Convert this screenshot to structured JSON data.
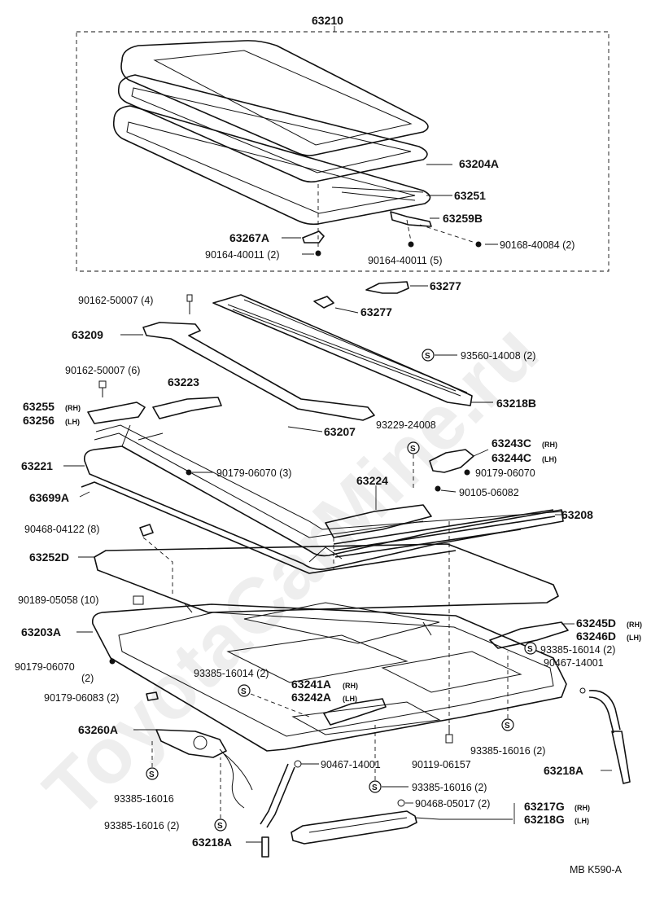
{
  "diagram": {
    "assembly_number": "63210",
    "reference_code": "MB K590-A",
    "watermark": "ToyotaCarMine.ru",
    "symbol_s": "S",
    "labels": {
      "p63204A": "63204A",
      "p63251": "63251",
      "p63259B": "63259B",
      "p63267A": "63267A",
      "p90168_40084": "90168-40084 (2)",
      "p90164_40011_2": "90164-40011 (2)",
      "p90164_40011_5": "90164-40011 (5)",
      "p63277_a": "63277",
      "p63277_b": "63277",
      "p90162_50007_4": "90162-50007 (4)",
      "p63209": "63209",
      "p93560_14008": "93560-14008 (2)",
      "p90162_50007_6": "90162-50007 (6)",
      "p63223": "63223",
      "p63218B": "63218B",
      "p63255": "63255",
      "p63255_side": "(RH)",
      "p63256": "63256",
      "p63256_side": "(LH)",
      "p63207": "63207",
      "p93229_24008": "93229-24008",
      "p63243C": "63243C",
      "p63243C_side": "(RH)",
      "p63244C": "63244C",
      "p63244C_side": "(LH)",
      "p63221": "63221",
      "p90179_06070_3": "90179-06070 (3)",
      "p90179_06070": "90179-06070",
      "p63224": "63224",
      "p90105_06082": "90105-06082",
      "p63699A": "63699A",
      "p63208": "63208",
      "p90468_04122": "90468-04122 (8)",
      "p63252D": "63252D",
      "p90189_05058": "90189-05058 (10)",
      "p63203A": "63203A",
      "p63245D": "63245D",
      "p63245D_side": "(RH)",
      "p63246D": "63246D",
      "p63246D_side": "(LH)",
      "p93385_16014_r": "93385-16014 (2)",
      "p90467_14001_r": "90467-14001",
      "p90179_06070_l": "90179-06070",
      "p90179_06070_l_qty": "(2)",
      "p93385_16014_c": "93385-16014 (2)",
      "p63241A": "63241A",
      "p63241A_side": "(RH)",
      "p63242A": "63242A",
      "p63242A_side": "(LH)",
      "p90179_06083": "90179-06083 (2)",
      "p63260A": "63260A",
      "p93385_16016_r": "93385-16016 (2)",
      "p90467_14001_c": "90467-14001",
      "p90119_06157": "90119-06157",
      "p63218A_r": "63218A",
      "p93385_16016_l": "93385-16016",
      "p93385_16016_c": "93385-16016 (2)",
      "p90468_05017": "90468-05017 (2)",
      "p63217G": "63217G",
      "p63217G_side": "(RH)",
      "p63218G": "63218G",
      "p63218G_side": "(LH)",
      "p93385_16016_b": "93385-16016 (2)",
      "p63218A_l": "63218A"
    }
  }
}
